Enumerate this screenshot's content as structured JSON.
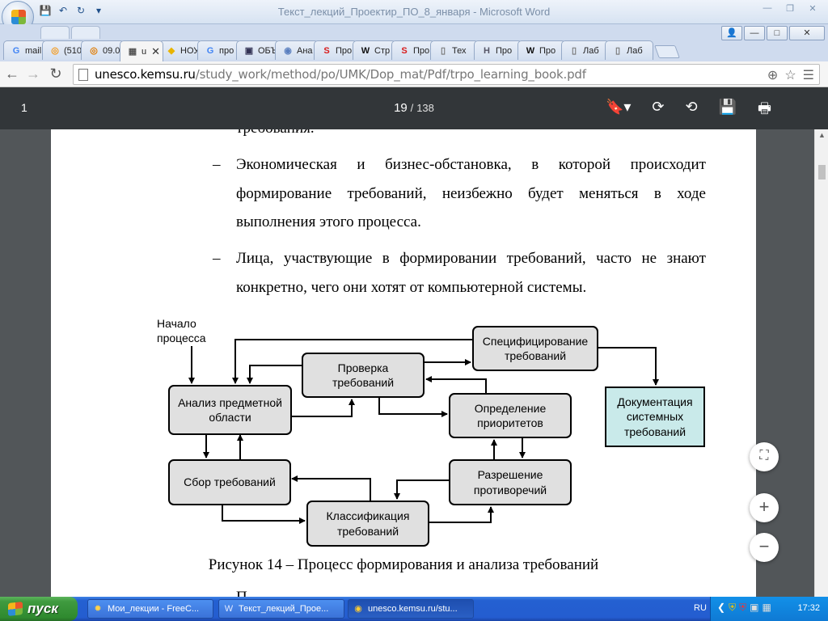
{
  "word": {
    "title": "Текст_лекций_Проектир_ПО_8_января - Microsoft Word"
  },
  "tabs": [
    {
      "label": "mail",
      "icon": "google-icon"
    },
    {
      "label": "(510",
      "icon": "odnoklassniki-icon"
    },
    {
      "label": "09.0",
      "icon": "forum-icon"
    },
    {
      "label": "u",
      "icon": "calendar-icon"
    },
    {
      "label": "НОУ",
      "icon": "intuit-icon"
    },
    {
      "label": "про",
      "icon": "google-icon"
    },
    {
      "label": "ОБЪ",
      "icon": "image-icon"
    },
    {
      "label": "Ана",
      "icon": "globe-icon"
    },
    {
      "label": "Про",
      "icon": "s-icon"
    },
    {
      "label": "Стр",
      "icon": "wiki-icon"
    },
    {
      "label": "Про",
      "icon": "s-icon"
    },
    {
      "label": "Тех",
      "icon": "page-icon"
    },
    {
      "label": "Про",
      "icon": "h-icon"
    },
    {
      "label": "Про",
      "icon": "wiki-icon"
    },
    {
      "label": "Лаб",
      "icon": "page-icon"
    },
    {
      "label": "Лаб",
      "icon": "page-icon"
    }
  ],
  "address": {
    "host": "unesco.kemsu.ru",
    "path": "/study_work/method/po/UMK/Dop_mat/Pdf/trpo_learning_book.pdf"
  },
  "pdf": {
    "title": "1",
    "current_page": "19",
    "separator": "/",
    "total_pages": "138"
  },
  "document": {
    "line0": "требования.",
    "dash": "–",
    "para1_line1": [
      "Экономическая",
      "и",
      "бизнес-обстановка,",
      "в",
      "которой",
      "происходит"
    ],
    "para1_line2": [
      "формирование",
      "требований,",
      "неизбежно",
      "будет",
      "меняться",
      "в",
      "ходе"
    ],
    "para1_line3": "выполнения этого процесса.",
    "para2_line1": [
      "Лица,",
      "участвующие",
      "в",
      "формировании",
      "требований,",
      "часто",
      "не",
      "знают"
    ],
    "para2_line2": "конкретно, чего они хотят от компьютерной системы.",
    "caption_prefix": "Рисунок 14 ",
    "caption_dash": "–",
    "caption_text": " Процесс формирования и анализа требований",
    "next_line": "П"
  },
  "diagram": {
    "start_label_1": "Начало",
    "start_label_2": "процесса",
    "boxes": {
      "specification": [
        "Специфицирование",
        "требований"
      ],
      "verification": [
        "Проверка",
        "требований"
      ],
      "domain_analysis": [
        "Анализ предметной",
        "области"
      ],
      "prioritization": [
        "Определение",
        "приоритетов"
      ],
      "documentation": [
        "Документация",
        "системных",
        "требований"
      ],
      "collection": [
        "Сбор требований"
      ],
      "conflict_resolution": [
        "Разрешение",
        "противоречий"
      ],
      "classification": [
        "Классификация",
        "требований"
      ]
    },
    "colors": {
      "box_fill": "#e0e0e0",
      "doc_fill": "#c9eaea"
    }
  },
  "taskbar": {
    "start": "пуск",
    "tasks": [
      {
        "label": "Мои_лекции - FreeC...",
        "icon": "freecommander-icon"
      },
      {
        "label": "Текст_лекций_Прое...",
        "icon": "word-icon"
      },
      {
        "label": "unesco.kemsu.ru/stu...",
        "icon": "chrome-icon"
      }
    ],
    "lang": "RU",
    "clock": "17:32"
  }
}
